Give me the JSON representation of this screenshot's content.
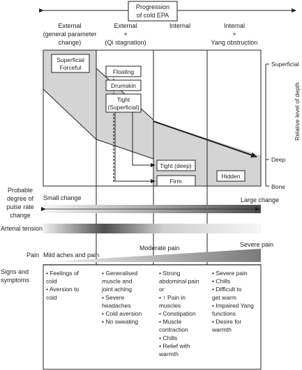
{
  "header": {
    "progression_line1": "Progression",
    "progression_line2": "of cold EPA"
  },
  "stages": [
    {
      "lines": [
        "External",
        "(general parameter",
        "change)"
      ]
    },
    {
      "lines": [
        "External",
        "+",
        "(Qi stagnation)"
      ]
    },
    {
      "lines": [
        "Internal"
      ]
    },
    {
      "lines": [
        "Internal",
        "+",
        "Yang obstruction"
      ]
    }
  ],
  "pulses": {
    "superficial_forceful": [
      "Superficial",
      "Forceful"
    ],
    "floating": "Floating",
    "drumskin": "Drumskin",
    "tight_superficial": [
      "Tight",
      "(Superficial)"
    ],
    "tight_deep": "Tight (deep)",
    "firm": "Firm",
    "hidden": "Hidden"
  },
  "depth_axis": {
    "label": "Relative level of depth",
    "superficial": "Superficial",
    "deep": "Deep",
    "bone": "Bone"
  },
  "pulse_rate": {
    "label": [
      "Probable",
      "degree of",
      "pulse rate",
      "change"
    ],
    "small": "Small change",
    "large": "Large change"
  },
  "arterial_tension": {
    "label": "Arterial tension"
  },
  "pain": {
    "label": "Pain",
    "mild": "Mild aches and pain",
    "moderate": "Moderate pain",
    "severe": "Severe pain"
  },
  "signs": {
    "label": [
      "Signs and",
      "symptoms"
    ],
    "columns": [
      [
        "• Feelings of",
        "  cold",
        "• Aversion to",
        "  cold"
      ],
      [
        "• Generalised",
        "  muscle and",
        "  joint aching",
        "• Severe",
        "  headaches",
        "• Cold aversion",
        "• No sweating"
      ],
      [
        "• Strong",
        "  abdominal pain",
        "  or",
        "• ↑ Pain in",
        "  muscles",
        "• Constipation",
        "• Muscle",
        "  contraction",
        "• Chills",
        "• Relief with",
        "  warmth"
      ],
      [
        "• Severe pain",
        "• Chills",
        "• Difficult to",
        "  get warm",
        "• Impaired Yang",
        "  functions",
        "• Desire for",
        "  warmth"
      ]
    ]
  },
  "colors": {
    "band": "#d4d4d4",
    "line": "#222222",
    "gradient_dark": "#555555",
    "gradient_light": "#f4f4f4"
  }
}
